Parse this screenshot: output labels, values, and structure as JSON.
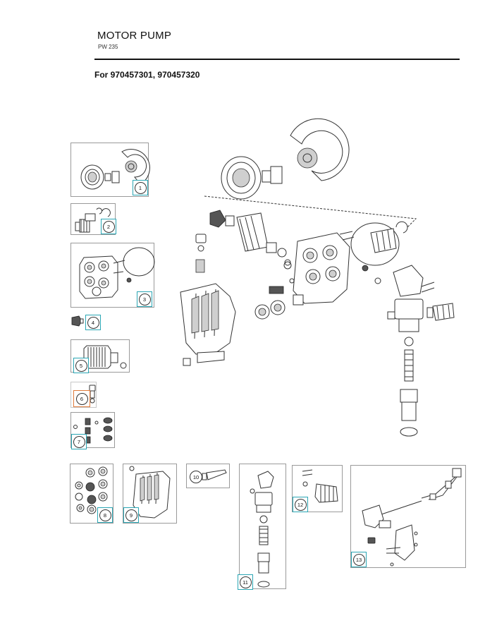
{
  "header": {
    "title": "MOTOR PUMP",
    "subtitle": "PW 235",
    "models": "For 970457301, 970457320"
  },
  "colors": {
    "callout_border": "#2aa6b4",
    "callout_highlight": "#e07a3a",
    "rule": "#111111"
  },
  "callouts": [
    {
      "label": "1",
      "style": "teal"
    },
    {
      "label": "2",
      "style": "teal"
    },
    {
      "label": "3",
      "style": "teal"
    },
    {
      "label": "4",
      "style": "teal"
    },
    {
      "label": "5",
      "style": "teal"
    },
    {
      "label": "6",
      "style": "orange"
    },
    {
      "label": "7",
      "style": "teal"
    },
    {
      "label": "8",
      "style": "teal"
    },
    {
      "label": "9",
      "style": "teal"
    },
    {
      "label": "10",
      "style": "plain"
    },
    {
      "label": "11",
      "style": "teal"
    },
    {
      "label": "12",
      "style": "teal"
    },
    {
      "label": "13",
      "style": "teal"
    }
  ]
}
